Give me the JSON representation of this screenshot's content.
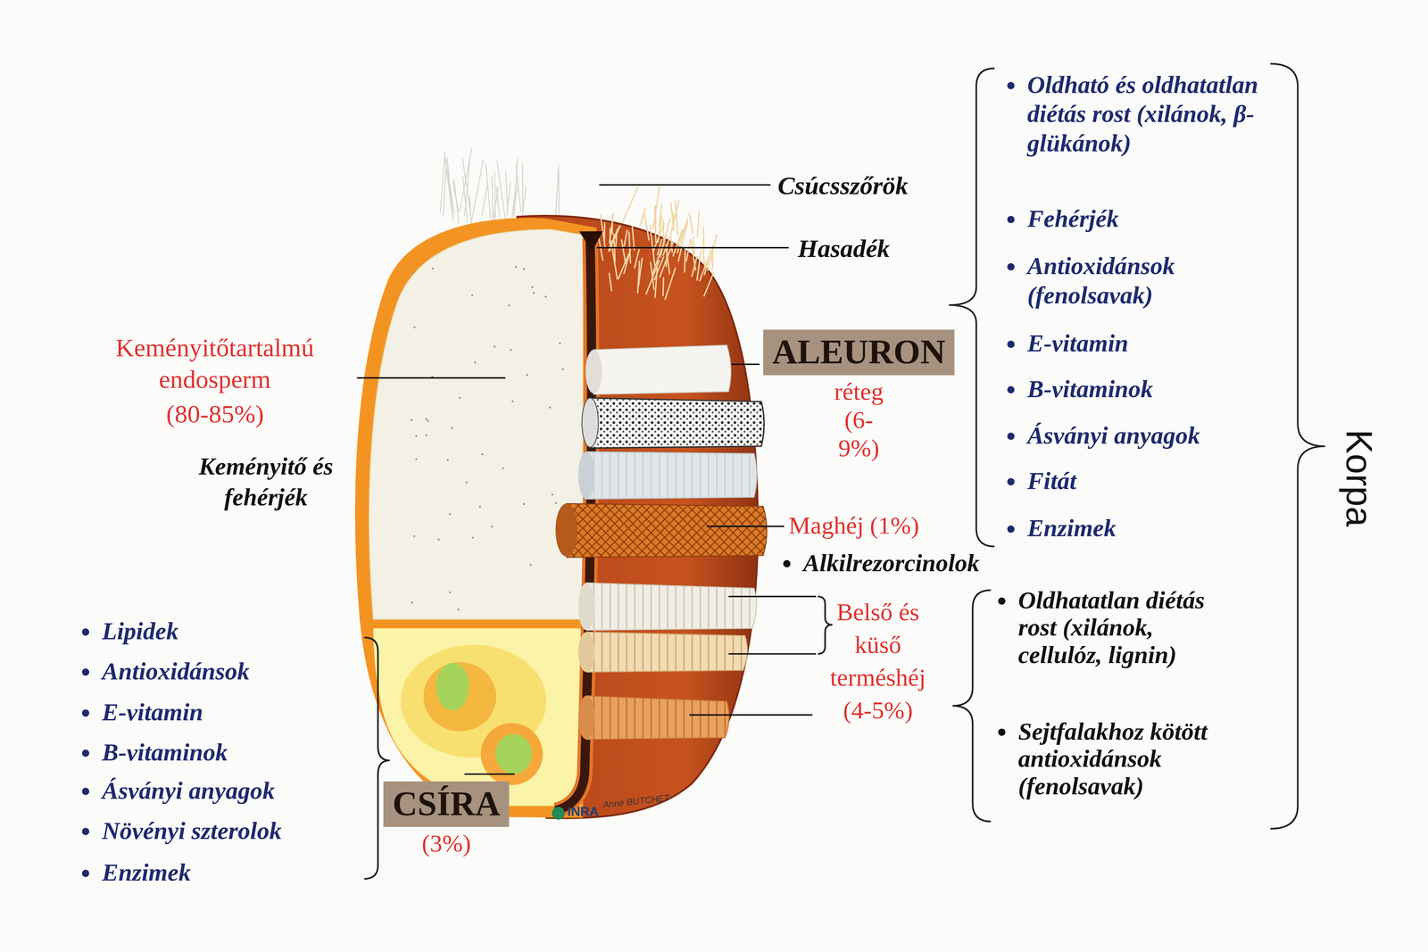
{
  "diagram": {
    "nodes": [
      {
        "text": [
          "ALEURON",
          "réteg (6-9%)"
        ]
      },
      {
        "text": [
          "CSÍRA",
          "(3%)"
        ]
      }
    ],
    "labels": [
      "Csúcsszőrök",
      "Hasadék",
      "Keményitőtartalmú endosperm",
      "(80-85%)",
      "Keményitő és fehérjék",
      "Oldható és oldhatatlan diétás rost (xilánok, β-glükánok)",
      "Fehérjék",
      "Antioxidánsok (fenolsavak)",
      "E-vitamin",
      "B-vitaminok",
      "Ásványi anyagok",
      "Fitát",
      "Enzimek",
      "Korpa",
      "Maghéj (1%)",
      "Alkilrezorcinolok",
      "Belső és küső terméshéj (4-5%)",
      "Oldhatatlan diétás rost (xilánok, cellulóz, lignin)",
      "Sejtfalakhoz kötött antioxidánsok (fenolsavak)",
      "Lipidek",
      "Antioxidánsok",
      "E-vitamin",
      "B-vitaminok",
      "Ásványi anyagok",
      "Növényi szterolok",
      "Enzimek",
      "INRA",
      "Anne BUTCHET"
    ]
  }
}
